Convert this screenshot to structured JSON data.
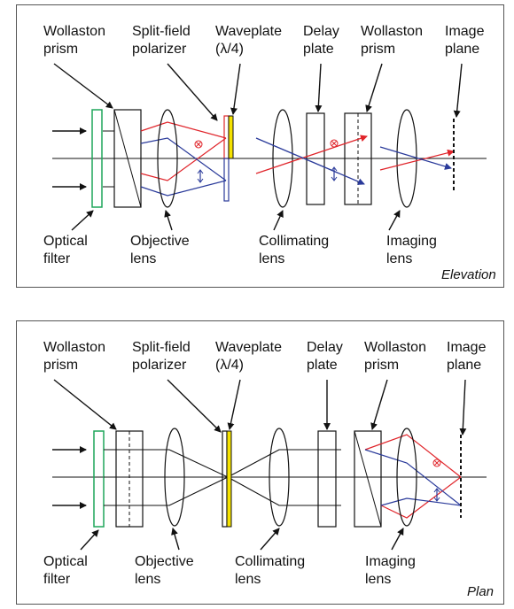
{
  "elevation": {
    "caption": "Elevation",
    "labels": {
      "wollaston_1": [
        "Wollaston",
        "prism"
      ],
      "split_field": [
        "Split-field",
        "polarizer"
      ],
      "waveplate": [
        "Waveplate",
        "(λ/4)"
      ],
      "delay": [
        "Delay",
        "plate"
      ],
      "wollaston_2": [
        "Wollaston",
        "prism"
      ],
      "image_plane": [
        "Image",
        "plane"
      ],
      "optical_filter": [
        "Optical",
        "filter"
      ],
      "objective": [
        "Objective",
        "lens"
      ],
      "collimating": [
        "Collimating",
        "lens"
      ],
      "imaging": [
        "Imaging",
        "lens"
      ]
    }
  },
  "plan": {
    "caption": "Plan",
    "labels": {
      "wollaston_1": [
        "Wollaston",
        "prism"
      ],
      "split_field": [
        "Split-field",
        "polarizer"
      ],
      "waveplate": [
        "Waveplate",
        "(λ/4)"
      ],
      "delay": [
        "Delay",
        "plate"
      ],
      "wollaston_2": [
        "Wollaston",
        "prism"
      ],
      "image_plane": [
        "Image",
        "plane"
      ],
      "optical_filter": [
        "Optical",
        "filter"
      ],
      "objective": [
        "Objective",
        "lens"
      ],
      "collimating": [
        "Collimating",
        "lens"
      ],
      "imaging": [
        "Imaging",
        "lens"
      ]
    }
  },
  "colors": {
    "red_ray": "#e0242a",
    "blue_ray": "#2a3a9a",
    "filter": "#1fa55a",
    "waveplate": "#f5e200",
    "outline": "#111111"
  }
}
